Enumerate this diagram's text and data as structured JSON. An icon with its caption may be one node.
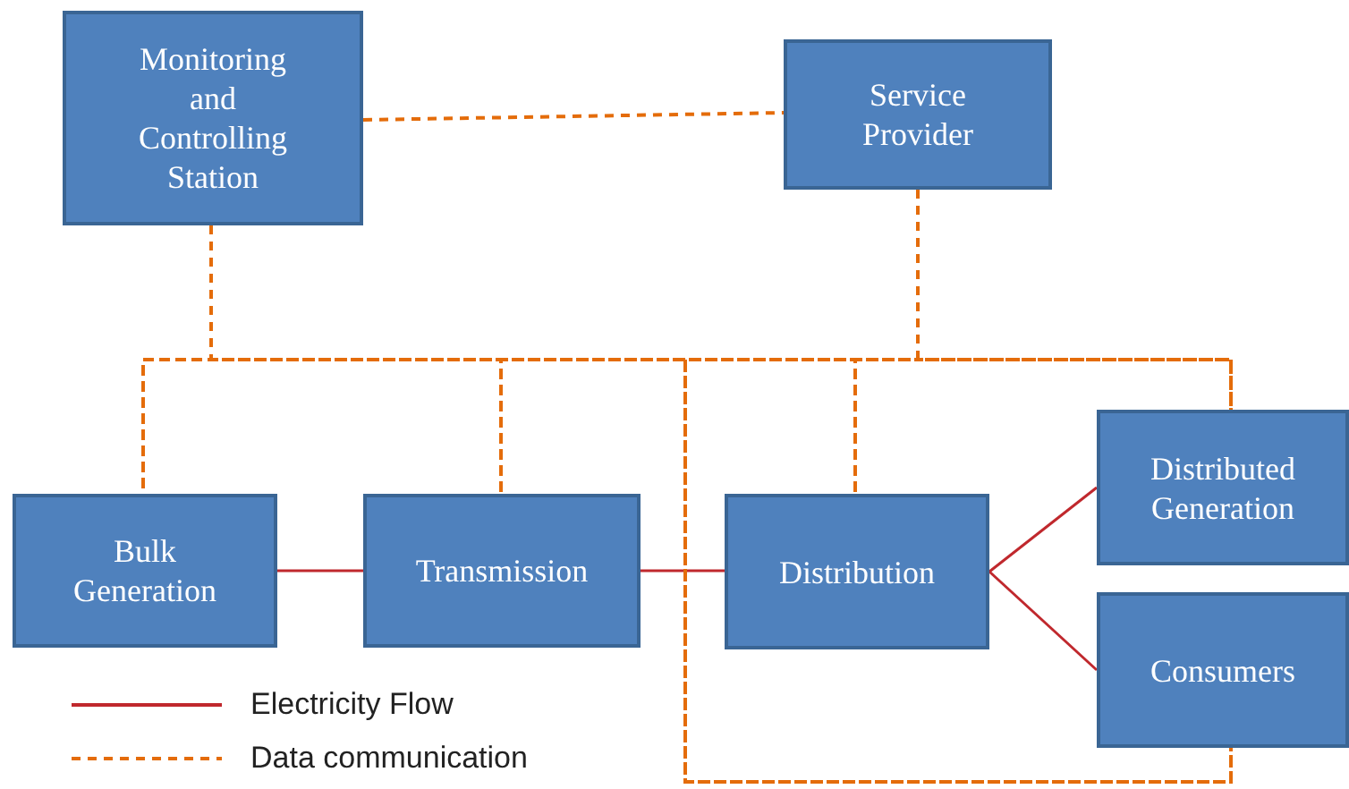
{
  "diagram": {
    "nodes": [
      {
        "text": [
          "Monitoring and Controlling Station"
        ]
      },
      {
        "text": [
          "Service Provider"
        ]
      },
      {
        "text": [
          "Bulk Generation"
        ]
      },
      {
        "text": [
          "Transmission"
        ]
      },
      {
        "text": [
          "Distribution"
        ]
      },
      {
        "text": [
          "Distributed Generation"
        ]
      },
      {
        "text": [
          "Consumers"
        ]
      }
    ],
    "edges": [
      {
        "from": 2,
        "to": 3,
        "arrow": "none",
        "color": "#c0282d"
      },
      {
        "from": 3,
        "to": 4,
        "arrow": "none",
        "color": "#c0282d"
      },
      {
        "from": 4,
        "to": 5,
        "arrow": "none",
        "color": "#c0282d"
      },
      {
        "from": 4,
        "to": 6,
        "arrow": "none",
        "color": "#c0282d"
      },
      {
        "from": 0,
        "to": 1,
        "arrow": "none",
        "style": "dashed"
      },
      {
        "from": 0,
        "to": 2,
        "arrow": "none",
        "style": "dashed"
      },
      {
        "from": 0,
        "to": 3,
        "arrow": "none",
        "style": "dashed"
      },
      {
        "from": 0,
        "to": 4,
        "arrow": "none",
        "style": "dashed"
      },
      {
        "from": 0,
        "to": 5,
        "arrow": "none",
        "style": "dashed"
      },
      {
        "from": 0,
        "to": 6,
        "arrow": "none",
        "style": "dashed"
      },
      {
        "from": 1,
        "to": 2,
        "arrow": "none",
        "style": "dashed"
      },
      {
        "from": 1,
        "to": 3,
        "arrow": "none",
        "style": "dashed"
      },
      {
        "from": 1,
        "to": 4,
        "arrow": "none",
        "style": "dashed"
      },
      {
        "from": 1,
        "to": 5,
        "arrow": "none",
        "style": "dashed"
      },
      {
        "from": 1,
        "to": 6,
        "arrow": "none",
        "style": "dashed"
      }
    ],
    "legend": [
      {
        "text": "Electricity Flow"
      },
      {
        "text": "Data communication"
      }
    ]
  }
}
